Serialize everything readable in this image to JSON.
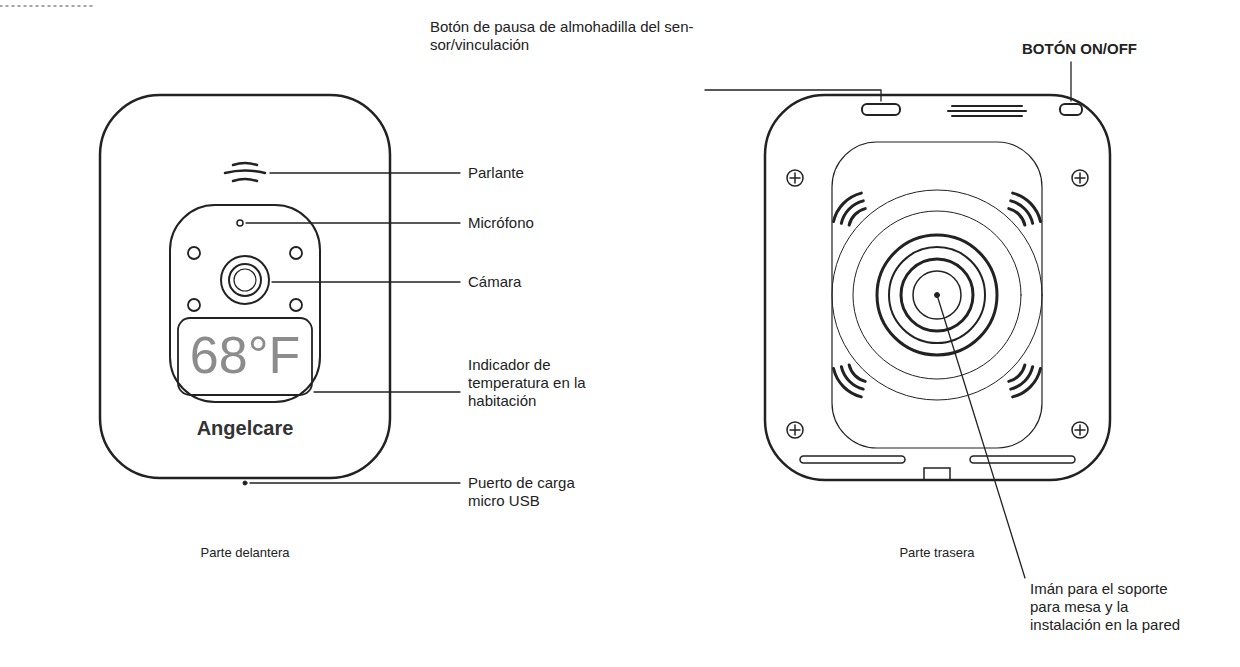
{
  "diagram": {
    "labels": [
      "Botón de pausa de almohadilla del sen- sor/vinculación",
      "BOTÓN ON/OFF",
      "Parlante",
      "Micrófono",
      "Cámara",
      "Indicador de temperatura en la habitación",
      "68°F",
      "Angelcare",
      "Puerto de carga micro USB",
      "Parte delantera",
      "Parte trasera",
      "Imán para el soporte para mesa y la instalación en la pared"
    ]
  }
}
